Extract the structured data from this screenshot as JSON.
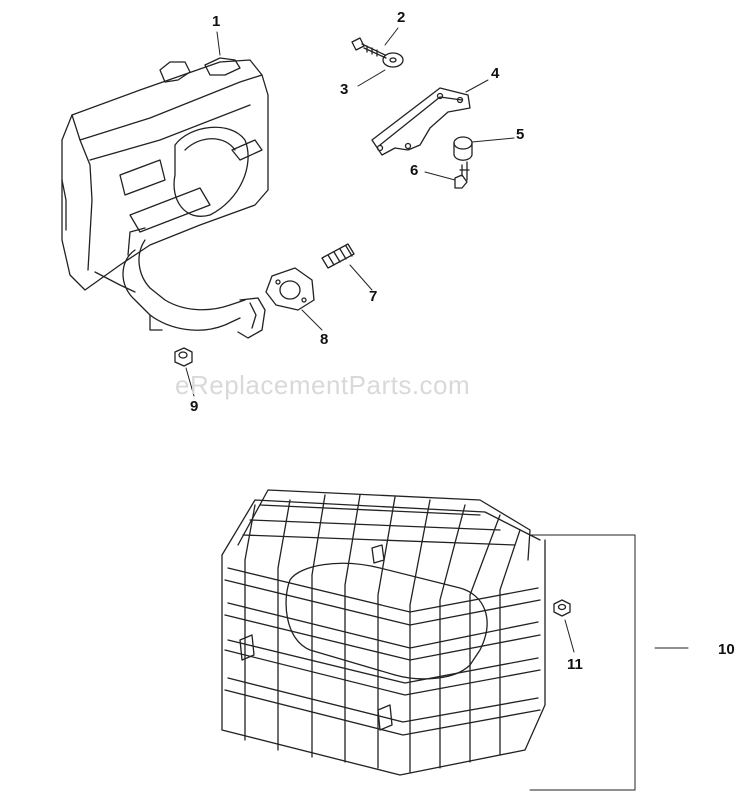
{
  "watermark": "eReplacementParts.com",
  "callouts": {
    "c1": "1",
    "c2": "2",
    "c3": "3",
    "c4": "4",
    "c5": "5",
    "c6": "6",
    "c7": "7",
    "c8": "8",
    "c9": "9",
    "c10": "10",
    "c11": "11"
  },
  "colors": {
    "line": "#222222",
    "watermark": "#d9d9d9"
  }
}
